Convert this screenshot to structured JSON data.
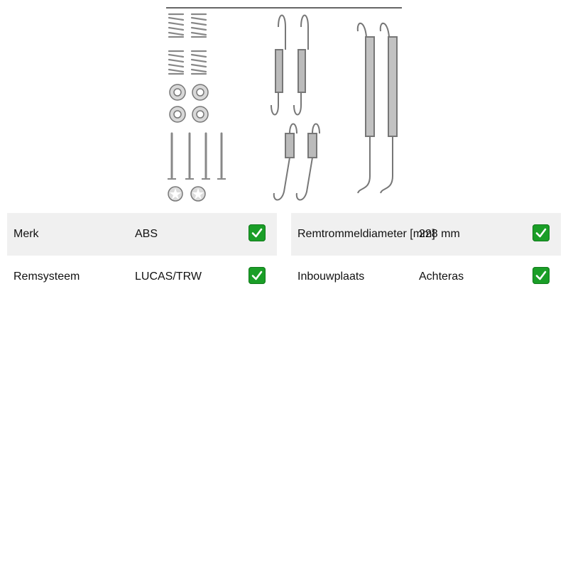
{
  "product_image": {
    "alt": "Accessoireset, remschoenen",
    "icon": "brake-spring-kit-image"
  },
  "spec_tables": {
    "left": [
      {
        "label": "Merk",
        "value": "ABS",
        "check_icon": "check-mark-icon"
      },
      {
        "label": "Remsysteem",
        "value": "LUCAS/TRW",
        "check_icon": "check-mark-icon"
      }
    ],
    "right": [
      {
        "label": "Remtrommeldiameter [mm]",
        "value": "228 mm",
        "check_icon": "check-mark-icon"
      },
      {
        "label": "Inbouwplaats",
        "value": "Achteras",
        "check_icon": "check-mark-icon"
      }
    ]
  },
  "colors": {
    "row_shade": "#f0f0f0",
    "check_green": "#1a9e27"
  }
}
